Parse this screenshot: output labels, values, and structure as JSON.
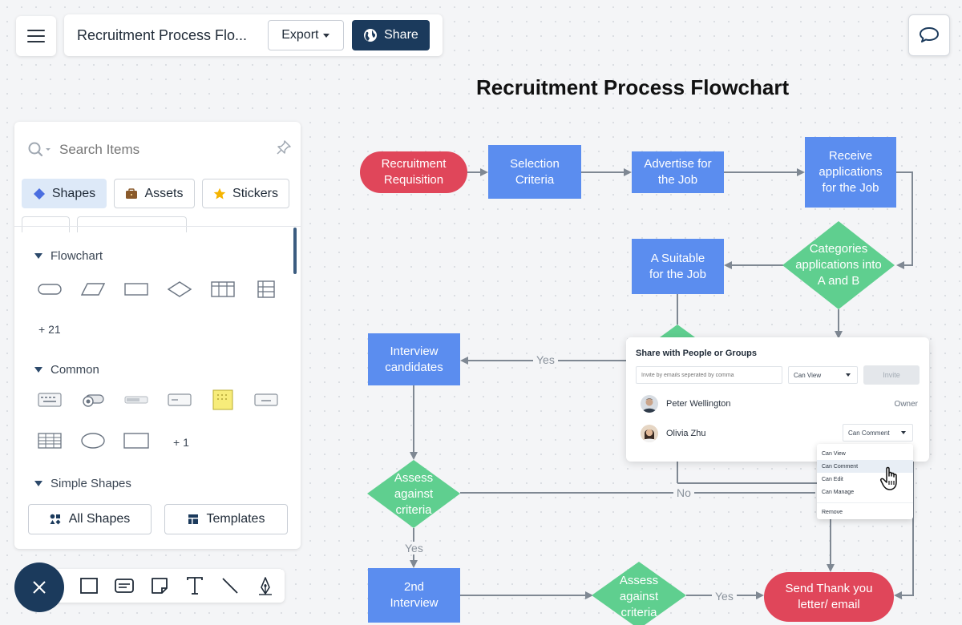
{
  "header": {
    "document_title": "Recruitment Process Flo...",
    "export_label": "Export",
    "share_label": "Share"
  },
  "sidebar": {
    "search_placeholder": "Search Items",
    "tabs": [
      {
        "label": "Shapes",
        "icon": "diamond-icon",
        "active": true
      },
      {
        "label": "Assets",
        "icon": "briefcase-icon",
        "active": false
      },
      {
        "label": "Stickers",
        "icon": "star-icon",
        "active": false
      }
    ],
    "sections": [
      {
        "title": "Flowchart",
        "more": "+ 21"
      },
      {
        "title": "Common",
        "more": "+ 1"
      },
      {
        "title": "Simple Shapes"
      }
    ],
    "all_shapes_label": "All Shapes",
    "templates_label": "Templates"
  },
  "toolbar": {
    "tools": [
      "rectangle-tool",
      "card-tool",
      "sticky-note-tool",
      "text-tool",
      "line-tool",
      "pen-tool"
    ]
  },
  "flowchart": {
    "title": "Recruitment Process Flowchart",
    "nodes": {
      "requisition": "Recruitment\nRequisition",
      "selection": "Selection\nCriteria",
      "advertise": "Advertise for\nthe Job",
      "receive": "Receive\napplications\nfor the Job",
      "categories": "Categories\napplications into\nA and B",
      "suitable": "A Suitable\nfor the Job",
      "interview": "Interview\ncandidates",
      "assess1": "Assess\nagainst\ncriteria",
      "second": "2nd\nInterview",
      "assess2": "Assess\nagainst\ncriteria",
      "thanks": "Send Thank you\nletter/ email"
    },
    "edge_labels": {
      "yes_top": "Yes",
      "no": "No",
      "yes_down": "Yes",
      "yes_right": "Yes"
    },
    "colors": {
      "terminal": "#e0465a",
      "process": "#5b8def",
      "decision": "#5fcf8f",
      "arrow": "#7f8893"
    }
  },
  "share_dialog": {
    "heading": "Share with People or Groups",
    "invite_placeholder": "Invite by emails seperated by comma",
    "permission": "Can View",
    "invite_label": "Invite",
    "people": [
      {
        "name": "Peter Wellington",
        "role": "Owner"
      },
      {
        "name": "Olivia Zhu",
        "role": "Can Comment"
      }
    ],
    "dropdown": [
      "Can View",
      "Can Comment",
      "Can Edit",
      "Can Manage",
      "Remove"
    ]
  }
}
